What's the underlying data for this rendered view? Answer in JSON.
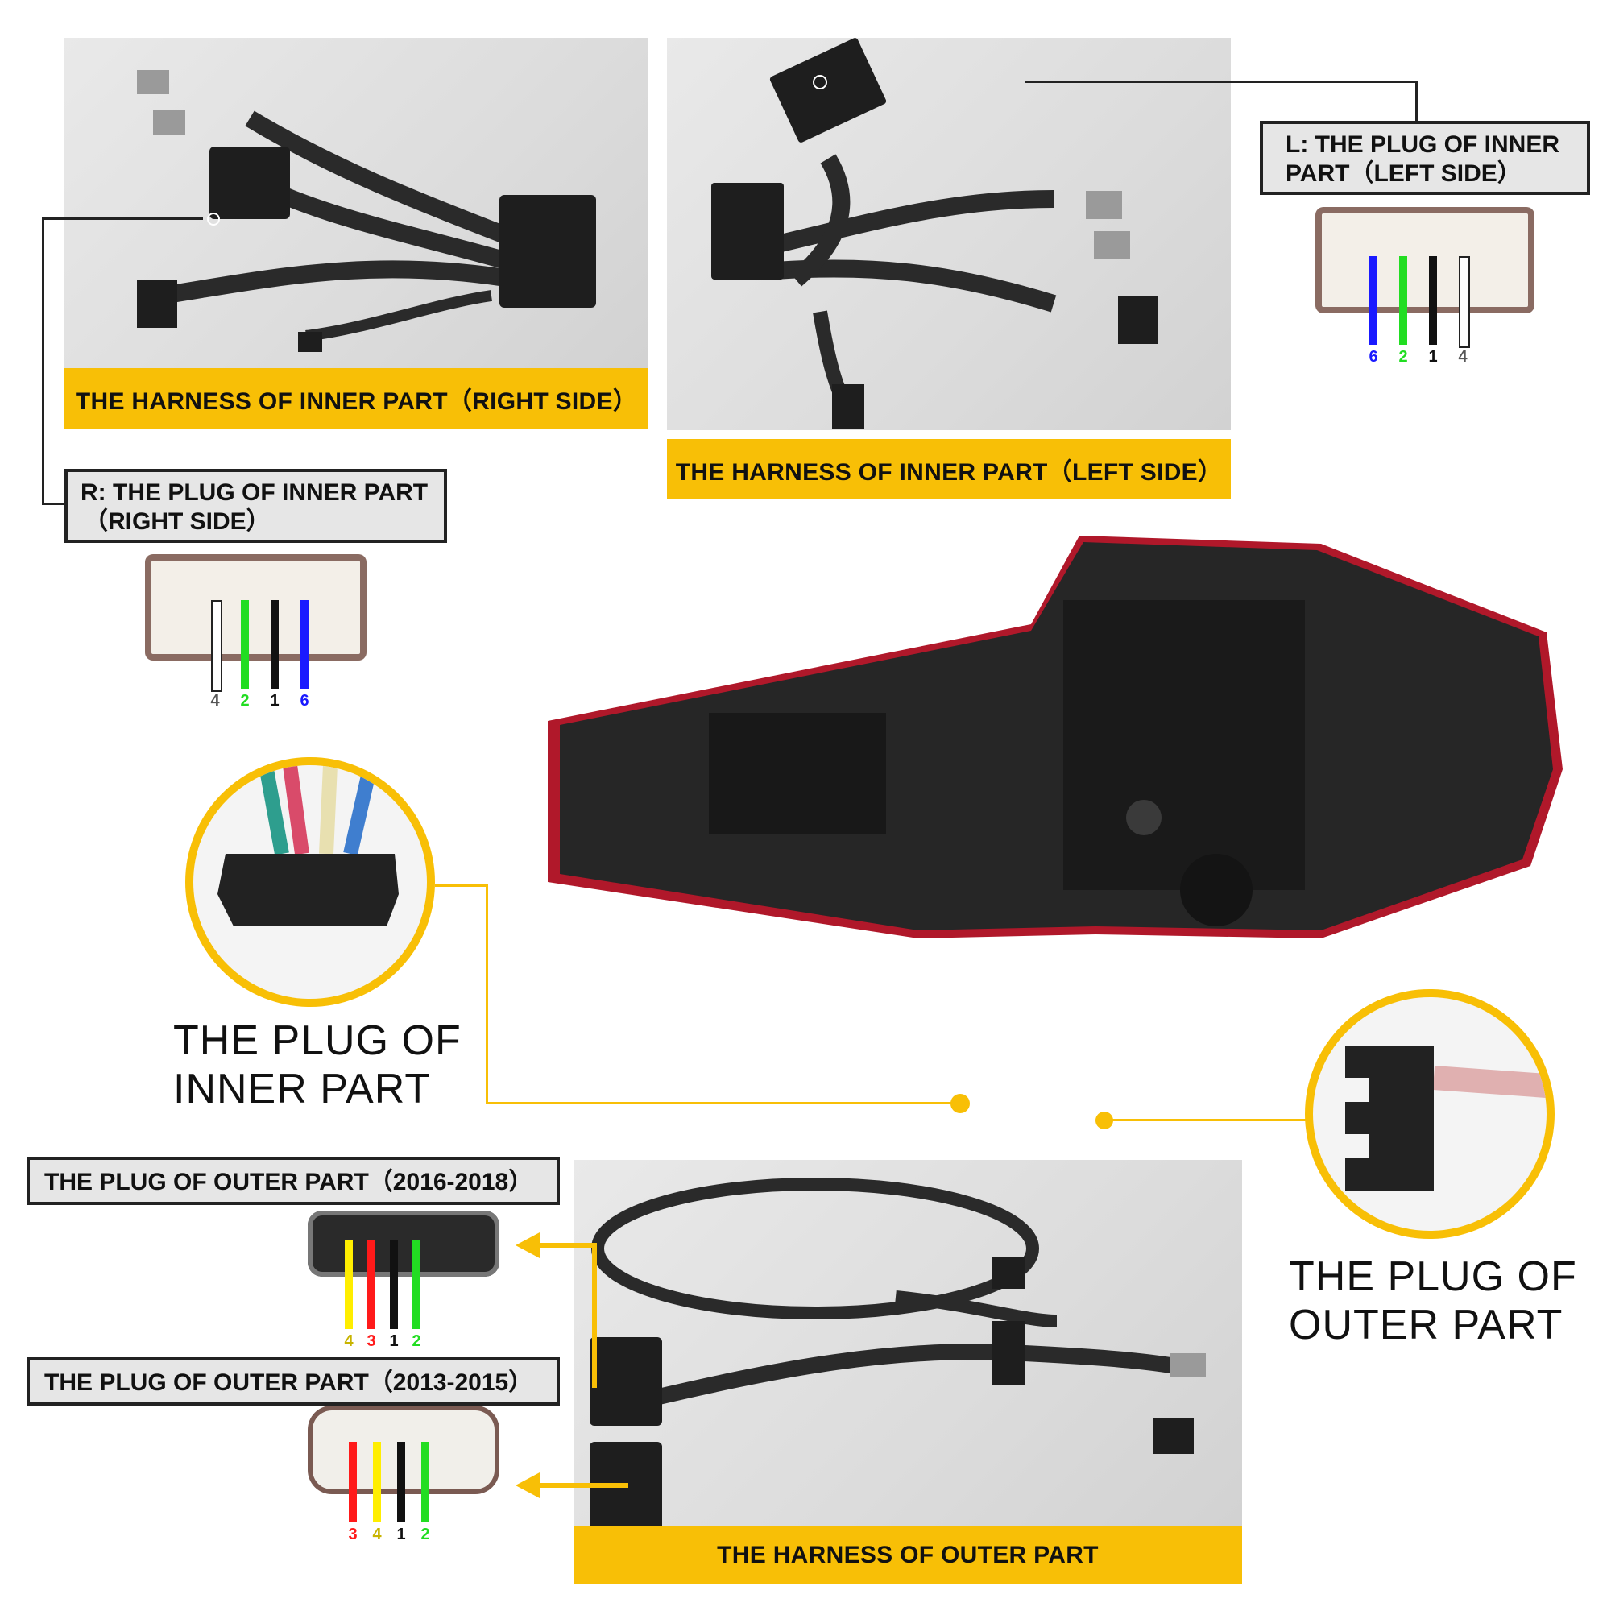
{
  "panels": {
    "inner_right": {
      "banner": "THE HARNESS OF INNER PART（RIGHT SIDE）"
    },
    "inner_left": {
      "banner": "THE HARNESS OF INNER PART（LEFT SIDE）"
    },
    "outer": {
      "banner": "THE HARNESS OF OUTER PART"
    }
  },
  "labels": {
    "left_plug": {
      "line1": "L: THE PLUG OF INNER",
      "line2": "PART（LEFT SIDE）"
    },
    "right_plug": {
      "line1": "R: THE PLUG OF INNER PART",
      "line2": "（RIGHT SIDE）"
    },
    "outer_2016": "THE PLUG OF OUTER PART（2016-2018）",
    "outer_2013": "THE PLUG OF OUTER PART（2013-2015）"
  },
  "callouts": {
    "inner": {
      "line1": "THE PLUG OF",
      "line2": "INNER PART"
    },
    "outer": {
      "line1": "THE PLUG OF",
      "line2": "OUTER PART"
    }
  },
  "pinouts": {
    "left_inner": [
      {
        "num": "6",
        "color": "#1a1aff"
      },
      {
        "num": "2",
        "color": "#22dd22"
      },
      {
        "num": "1",
        "color": "#111111"
      },
      {
        "num": "4",
        "color": "#ffffff"
      }
    ],
    "right_inner": [
      {
        "num": "4",
        "color": "#ffffff"
      },
      {
        "num": "2",
        "color": "#22dd22"
      },
      {
        "num": "1",
        "color": "#111111"
      },
      {
        "num": "6",
        "color": "#1a1aff"
      }
    ],
    "outer_2016": [
      {
        "num": "4",
        "color": "#ffee00"
      },
      {
        "num": "3",
        "color": "#ff1a1a"
      },
      {
        "num": "1",
        "color": "#111111"
      },
      {
        "num": "2",
        "color": "#22dd22"
      }
    ],
    "outer_2013": [
      {
        "num": "3",
        "color": "#ff1a1a"
      },
      {
        "num": "4",
        "color": "#ffee00"
      },
      {
        "num": "1",
        "color": "#111111"
      },
      {
        "num": "2",
        "color": "#22dd22"
      }
    ]
  },
  "colors": {
    "accent": "#f8bf06",
    "label_bg": "#e6e6e6",
    "border": "#222222"
  }
}
